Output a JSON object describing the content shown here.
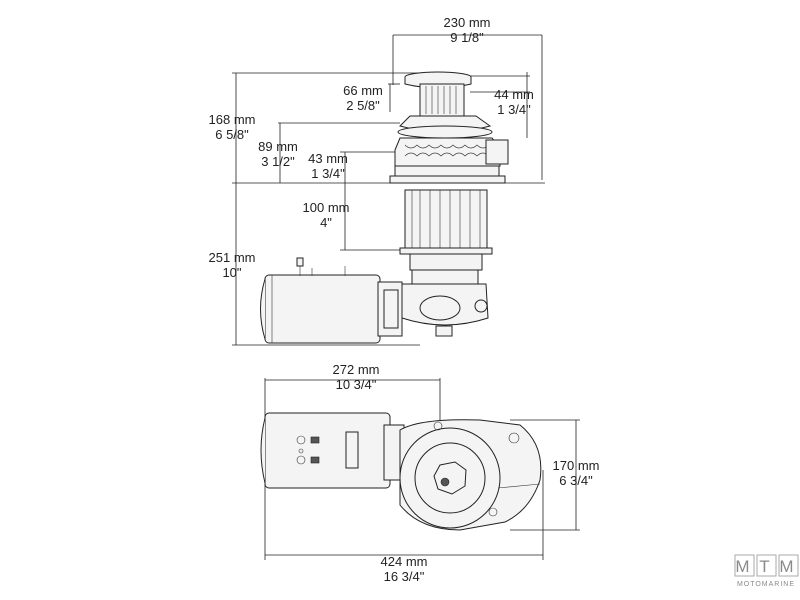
{
  "dimensions": {
    "top_width": {
      "mm": "230 mm",
      "inch": "9 1/8\""
    },
    "drum_height": {
      "mm": "66 mm",
      "inch": "2 5/8\""
    },
    "drum_upper_offset": {
      "mm": "44 mm",
      "inch": "1 3/4\""
    },
    "above_deck_height": {
      "mm": "168 mm",
      "inch": "6 5/8\""
    },
    "chain_wheel_height": {
      "mm": "89 mm",
      "inch": "3 1/2\""
    },
    "base_offset": {
      "mm": "43 mm",
      "inch": "1 3/4\""
    },
    "deck_thickness": {
      "mm": "100 mm",
      "inch": "4\""
    },
    "below_deck_height": {
      "mm": "251 mm",
      "inch": "10\""
    },
    "base_width": {
      "mm": "272 mm",
      "inch": "10 3/4\""
    },
    "base_depth": {
      "mm": "170 mm",
      "inch": "6 3/4\""
    },
    "overall_length": {
      "mm": "424 mm",
      "inch": "16 3/4\""
    }
  },
  "watermark": {
    "letters": [
      "M",
      "T",
      "M"
    ],
    "subtitle": "MOTOMARINE"
  }
}
